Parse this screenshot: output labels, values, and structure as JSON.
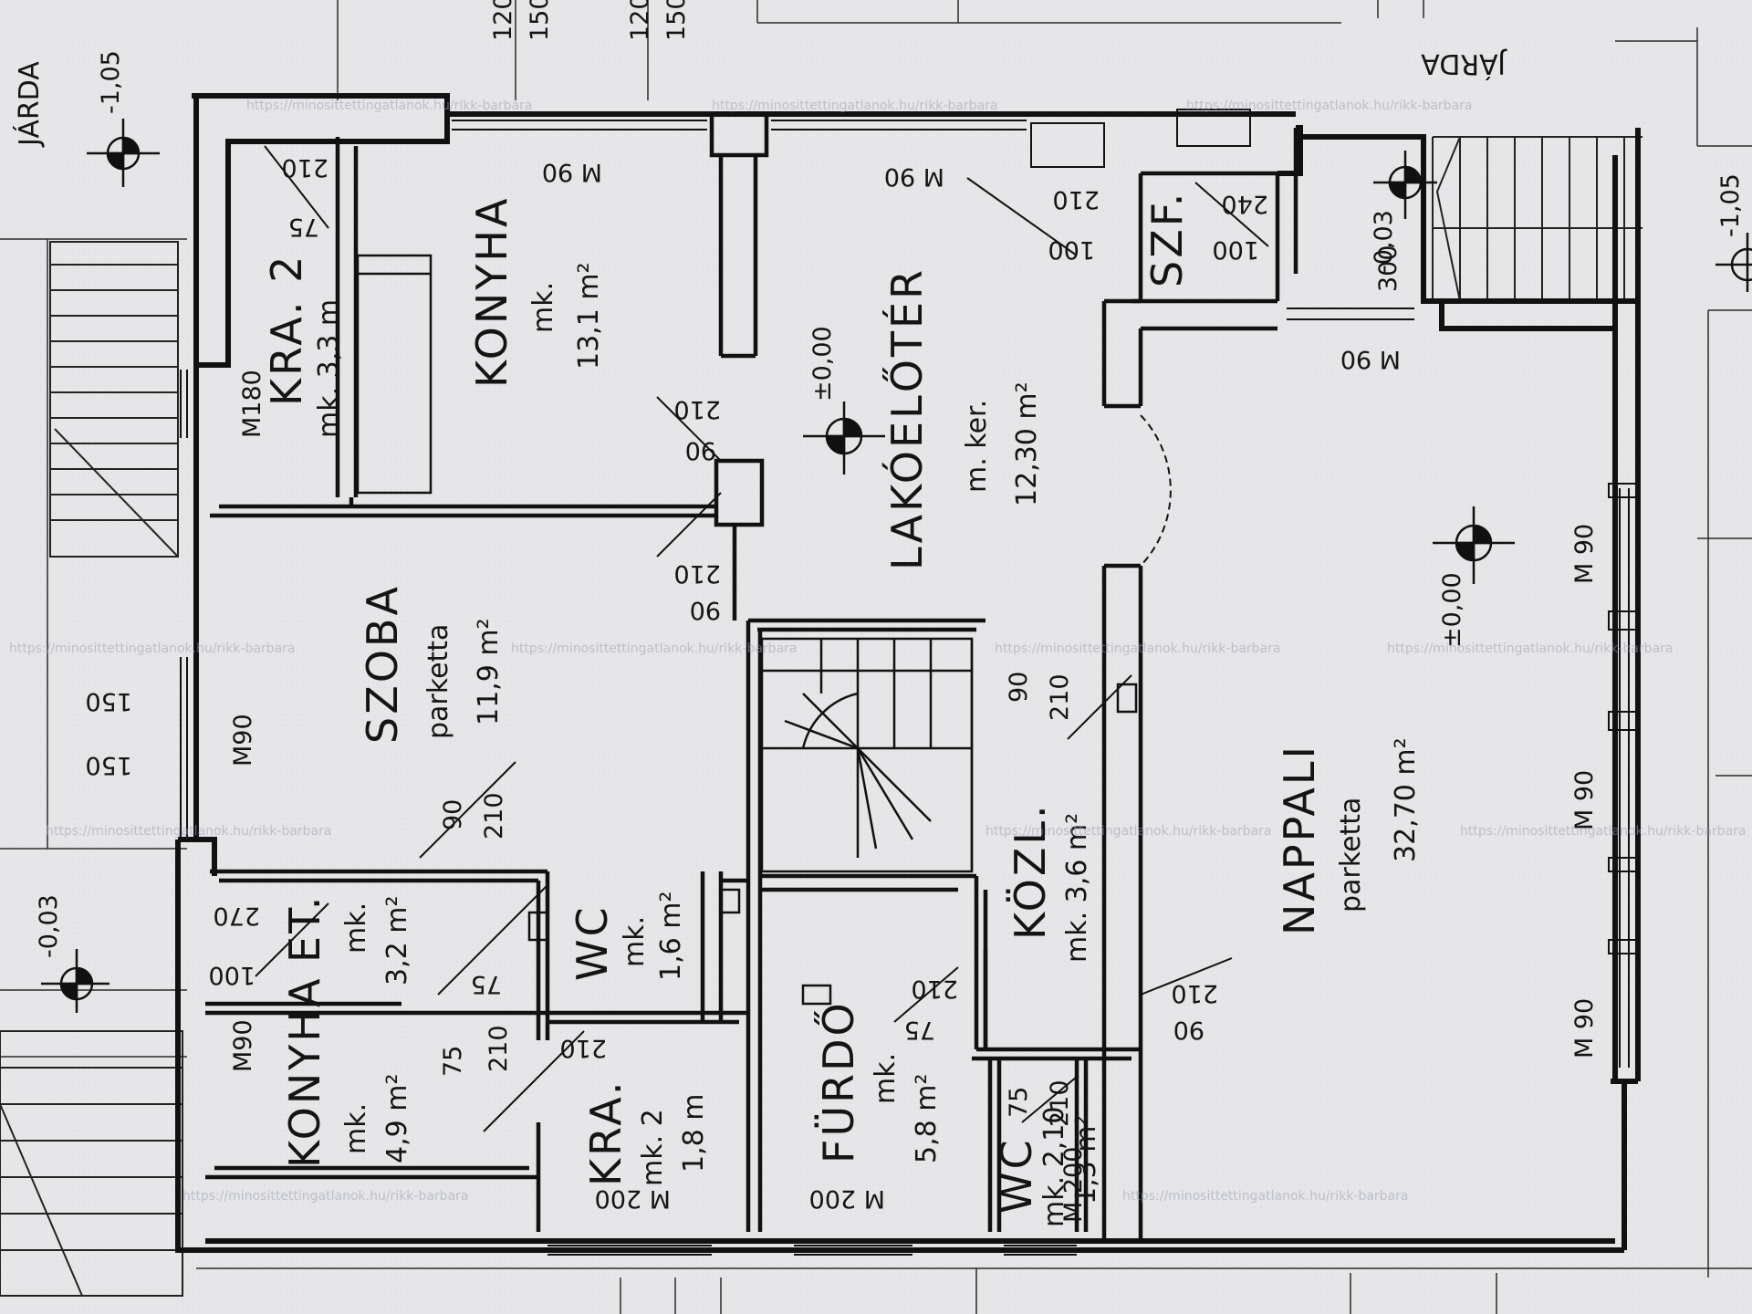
{
  "outside": {
    "jarda_left": "JÁRDA",
    "jarda_right": "JÁRDA"
  },
  "levels": {
    "topleft": "-1,05",
    "topright": "-1,05",
    "leftmid": "-0,03",
    "topmid": "-0,03",
    "hall": "±0,00",
    "living": "±0,00"
  },
  "rooms": {
    "kra2": {
      "name": "KRA. 2",
      "sub": "mk. 3,3 m"
    },
    "konyha": {
      "name": "KONYHA",
      "sub": "mk.",
      "area": "13,1 m²"
    },
    "lakoeloter": {
      "name": "LAKÓELŐTÉR",
      "sub": "m. ker.",
      "area": "12,30 m²"
    },
    "szf": {
      "name": "SZF."
    },
    "szoba": {
      "name": "SZOBA",
      "sub": "parketta",
      "area": "11,9 m²"
    },
    "nappali": {
      "name": "NAPPALI",
      "sub": "parketta",
      "area": "32,70 m²"
    },
    "et": {
      "name": "ET.",
      "sub": "mk.",
      "area": "3,2 m²"
    },
    "wc1": {
      "name": "WC",
      "sub": "mk.",
      "area": "1,6 m²"
    },
    "kozl": {
      "name": "KÖZL.",
      "sub": "mk. 3,6 m²"
    },
    "konyha2": {
      "name": "KONYHA",
      "sub": "mk.",
      "area": "4,9 m²"
    },
    "kra1": {
      "name": "KRA.",
      "sub": "mk. 2",
      "area": "1,8 m"
    },
    "furdo": {
      "name": "FÜRDŐ",
      "sub": "mk.",
      "area": "5,8 m²"
    },
    "wc2": {
      "name": "WC",
      "sub": "mk. 2,10",
      "area": "1,3 m²"
    }
  },
  "dims": {
    "m90_1": "M 90",
    "m90_2": "M 90",
    "m90_3": "M 90",
    "m90_4": "M90",
    "m90_5": "M 90",
    "m90_6": "M 90",
    "m90_7": "M 90",
    "m90_8": "M90",
    "m180": "M180",
    "m200_1": "M 200",
    "m200_2": "M 200",
    "m200_3": "M 200",
    "d210a": "210",
    "d75a": "75",
    "d210b": "210",
    "d100b": "100",
    "d240": "240",
    "d100c": "100",
    "d90a": "90",
    "d210c": "210",
    "d90b": "90",
    "d210d": "210",
    "d90c": "90",
    "d210e": "210",
    "d90d": "90",
    "d210f": "210",
    "d150a": "150",
    "d150b": "150",
    "d270": "270",
    "d100d": "100",
    "d75b": "75",
    "d75c": "75",
    "d210g": "210",
    "d210h": "210",
    "d210i": "210",
    "d75d": "75",
    "d75e": "75",
    "d210j": "210",
    "d210k": "210",
    "d90e": "90",
    "d120a": "120",
    "d150c": "150",
    "d120b": "120",
    "d150d": "150",
    "d300": "300"
  },
  "watermark": "https://minosittettingatlanok.hu/rikk-barbara"
}
